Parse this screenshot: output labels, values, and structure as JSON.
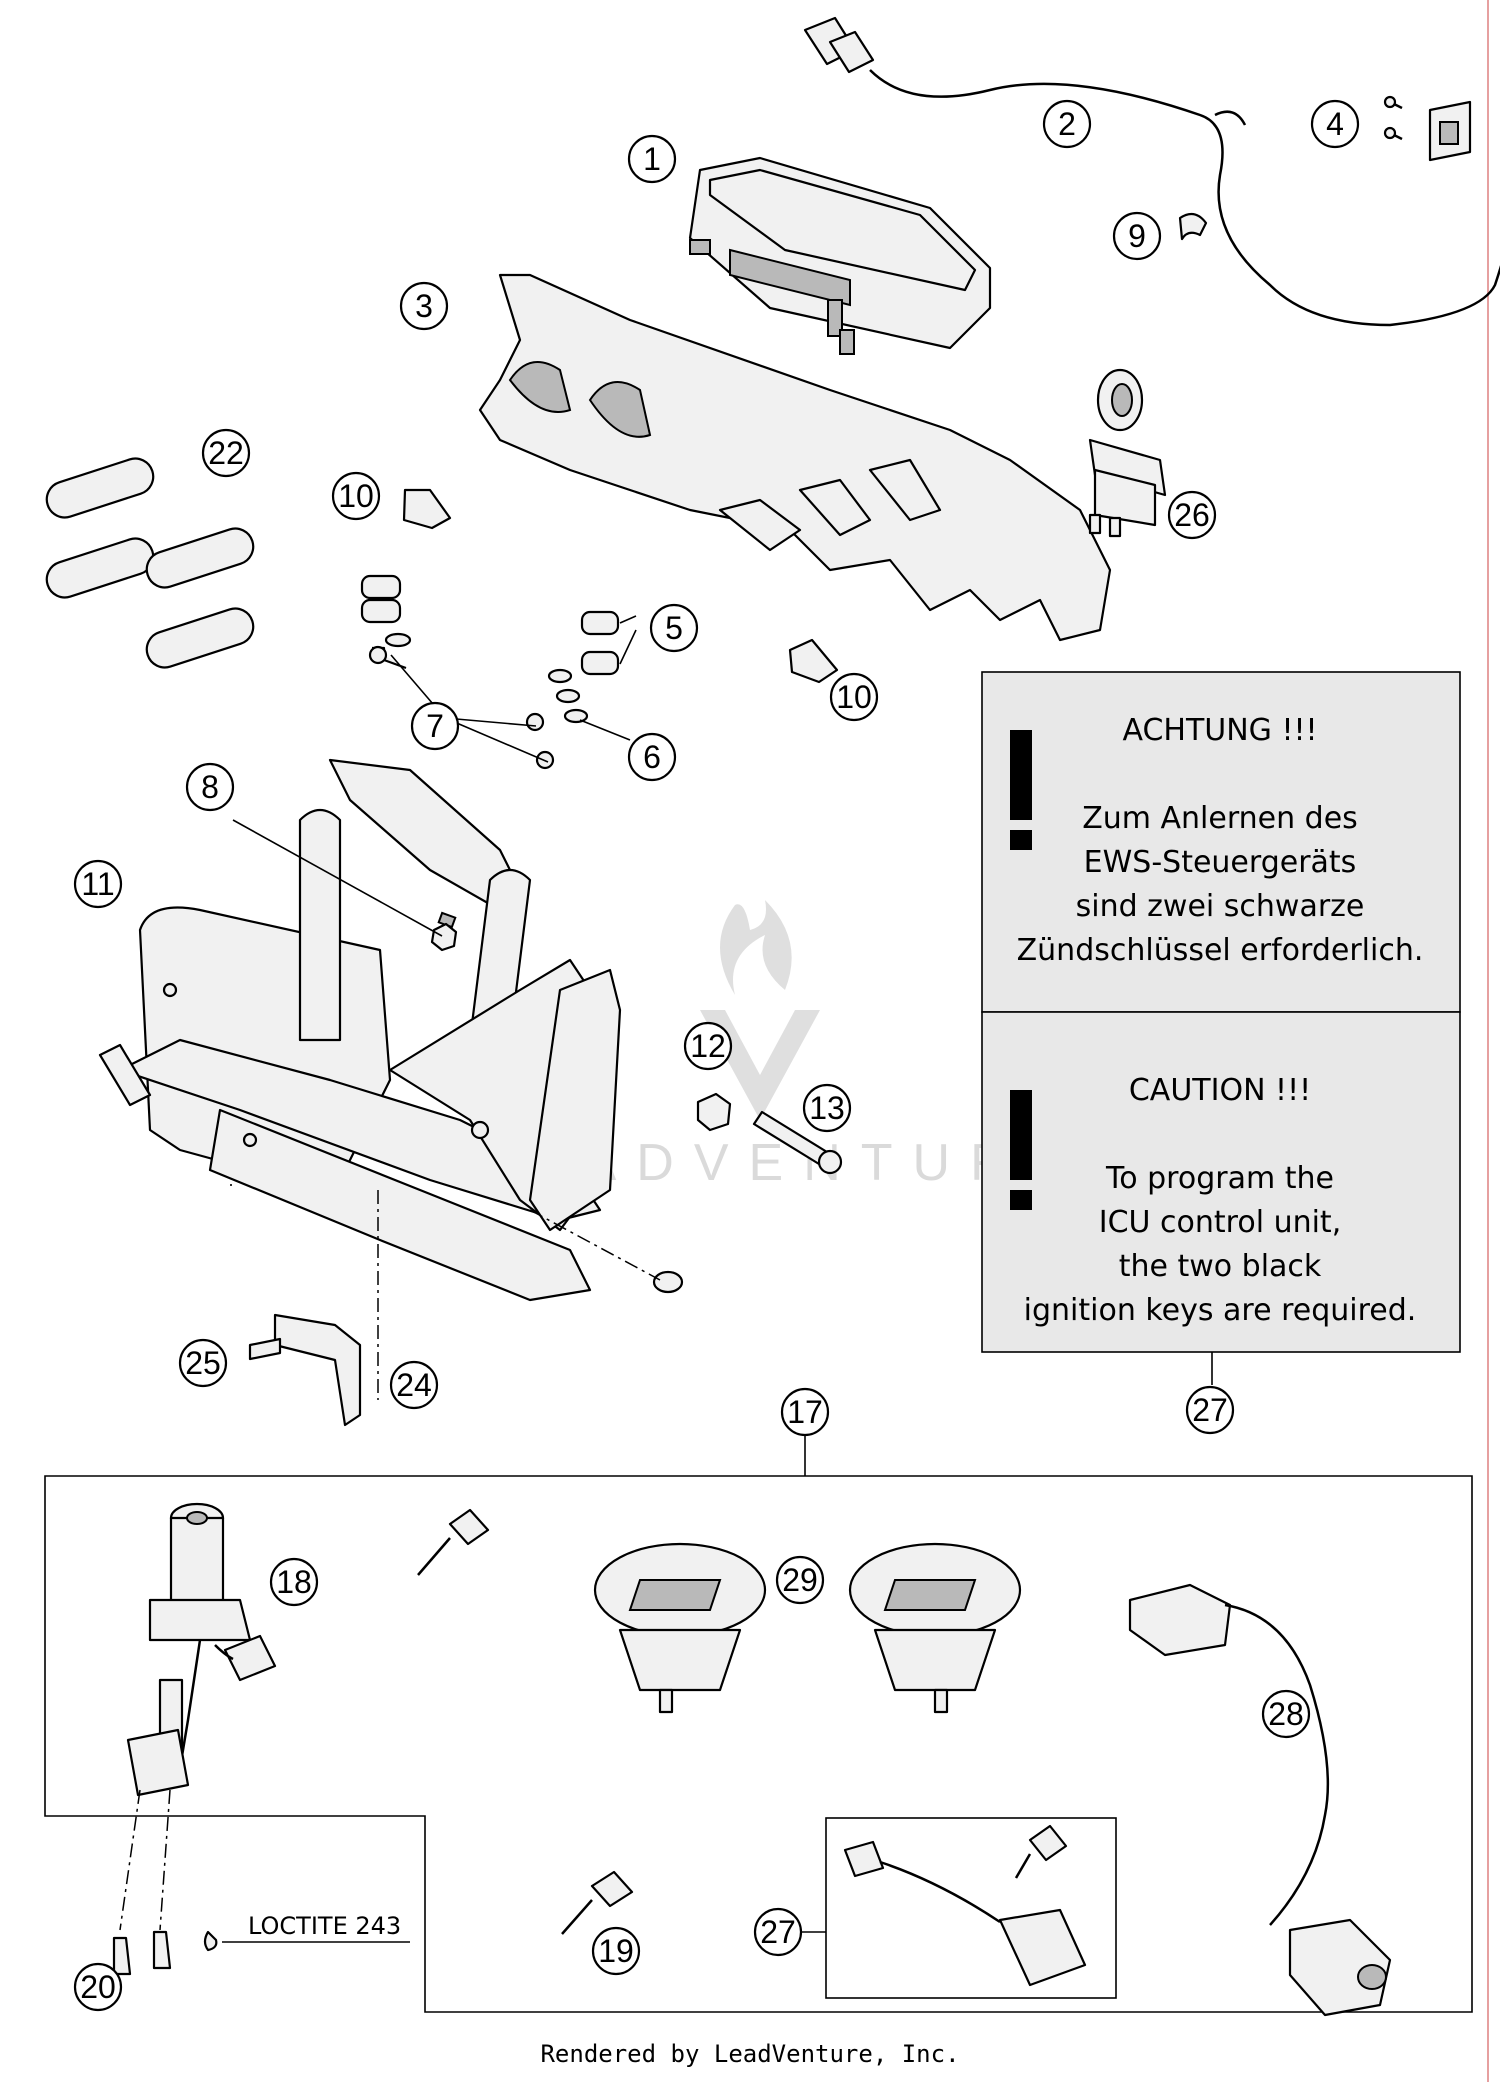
{
  "callouts": {
    "c1": "1",
    "c2": "2",
    "c3": "3",
    "c4": "4",
    "c5": "5",
    "c6": "6",
    "c7": "7",
    "c8": "8",
    "c9": "9",
    "c10a": "10",
    "c10b": "10",
    "c11": "11",
    "c12": "12",
    "c13": "13",
    "c17": "17",
    "c18": "18",
    "c19": "19",
    "c20": "20",
    "c22": "22",
    "c24": "24",
    "c25": "25",
    "c26": "26",
    "c27a": "27",
    "c27b": "27",
    "c28": "28",
    "c29": "29"
  },
  "warning_de": {
    "title": "ACHTUNG !!!",
    "line1": "Zum Anlernen des",
    "line2": "EWS-Steuergeräts",
    "line3": "sind zwei schwarze",
    "line4": "Zündschlüssel erforderlich."
  },
  "warning_en": {
    "title": "CAUTION !!!",
    "line1": "To program the",
    "line2": "ICU control unit,",
    "line3": "the two black",
    "line4": "ignition keys are required."
  },
  "loctite_label": "LOCTITE 243",
  "watermark": "LEADVENTURE",
  "footer": "Rendered by LeadVenture, Inc."
}
